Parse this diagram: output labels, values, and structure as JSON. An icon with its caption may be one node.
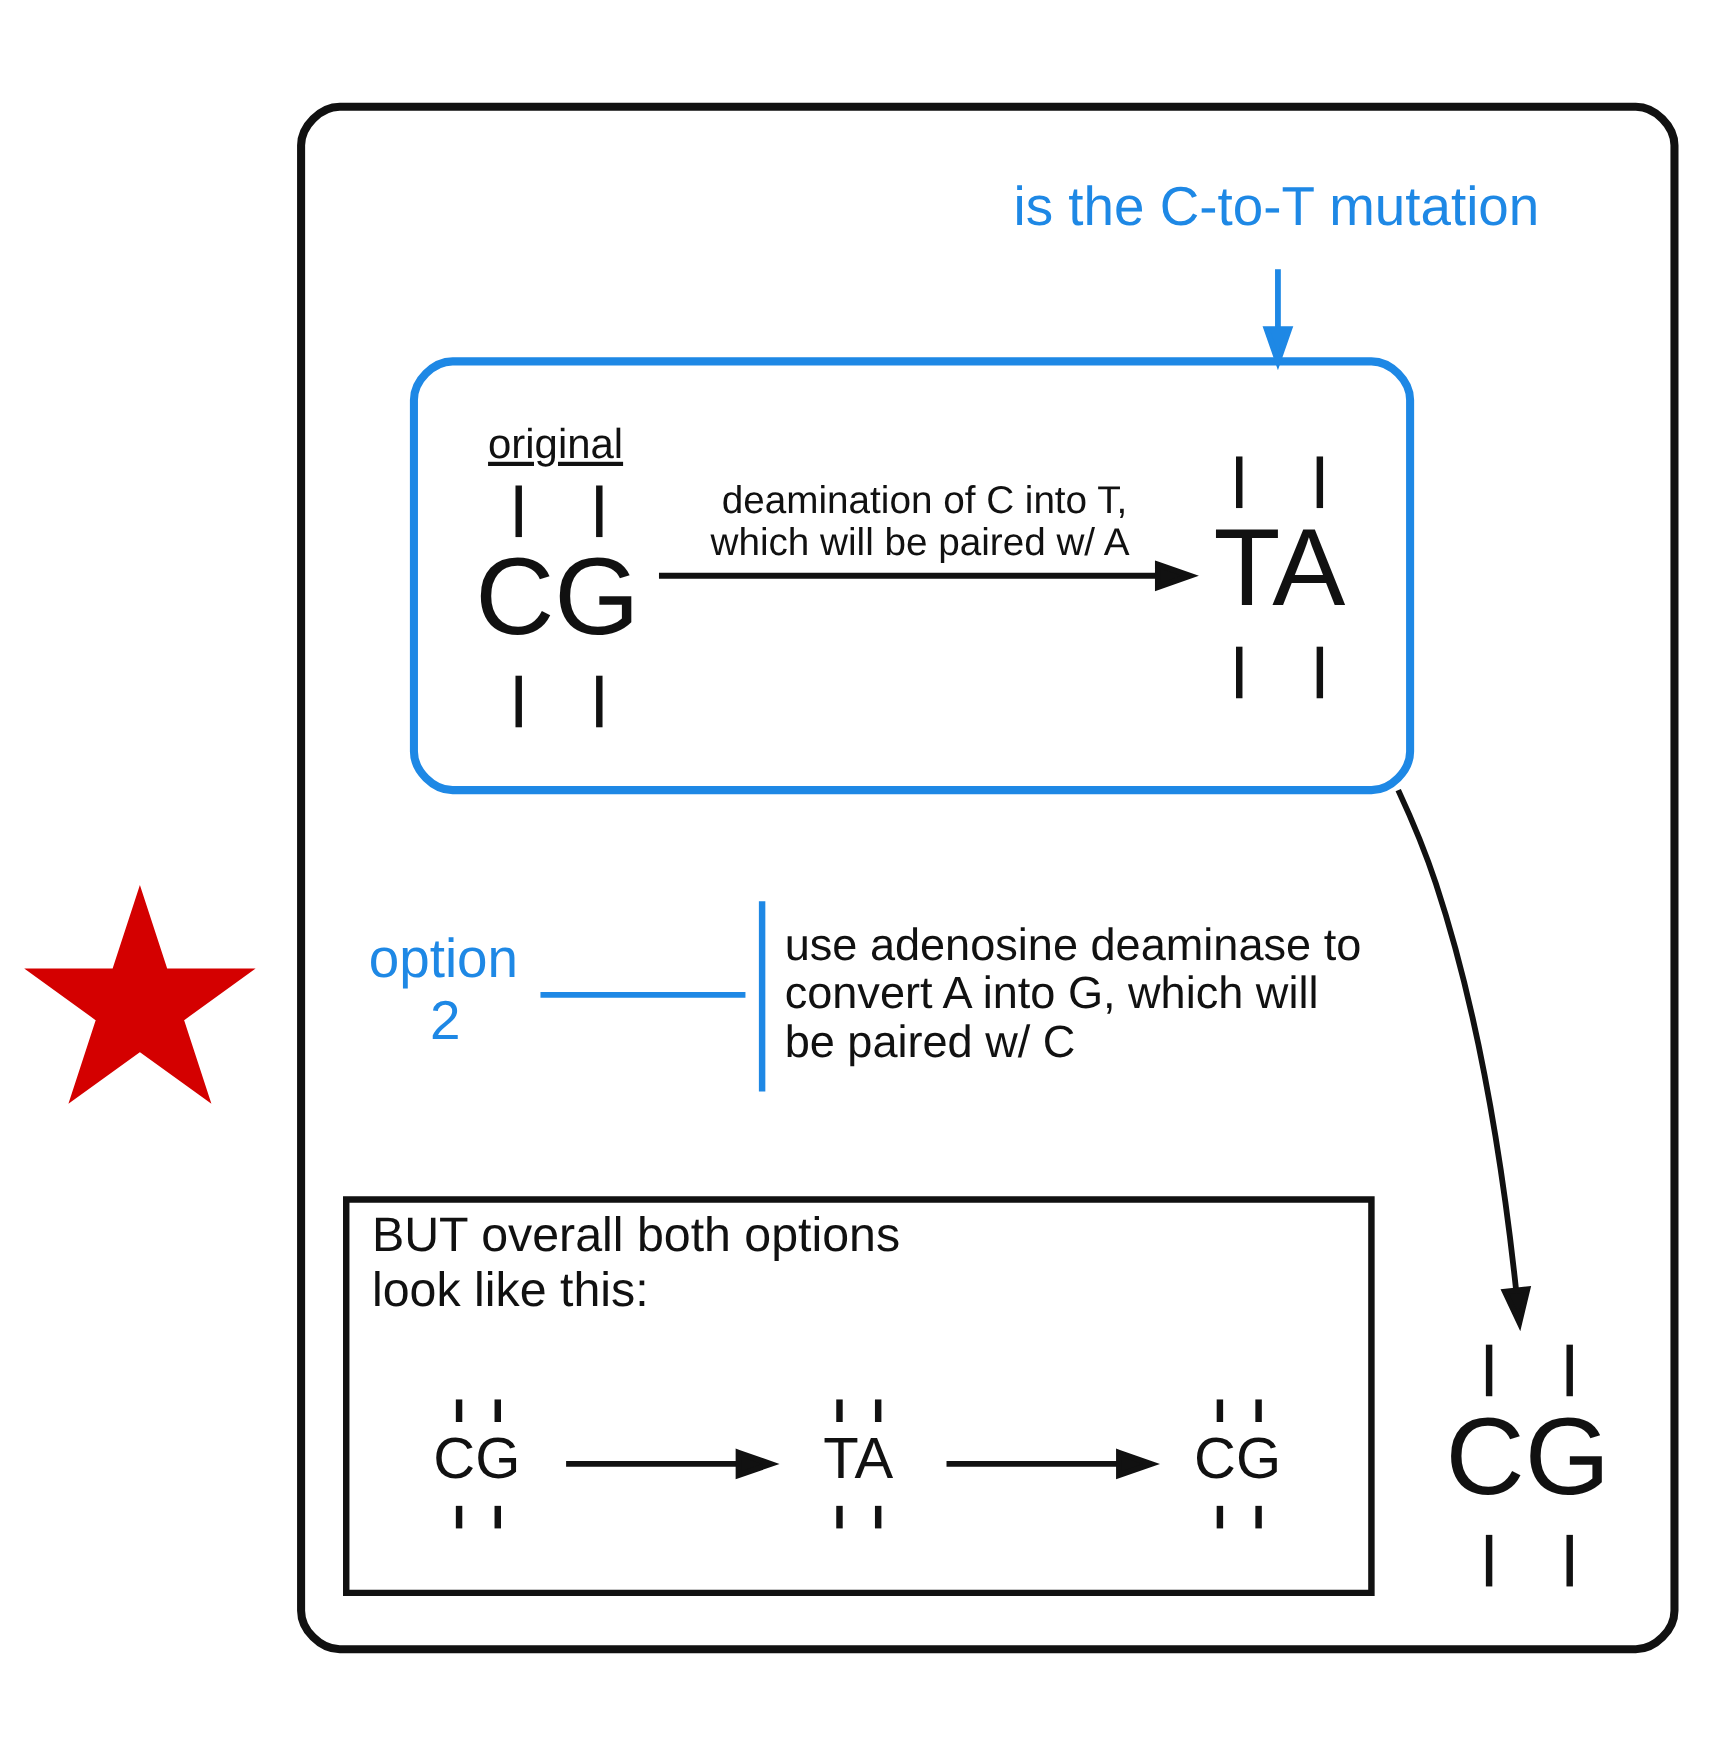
{
  "diagram": {
    "nodes": [
      {
        "text": [],
        "shape": "box"
      },
      {
        "text": [
          "is the C-to-T mutation"
        ],
        "in": 0
      },
      {
        "text": [],
        "shape": "box",
        "in": 0
      },
      {
        "text": [
          "original",
          "CG"
        ],
        "in": 2
      },
      {
        "text": [
          "TA"
        ],
        "in": 2
      },
      {
        "text": [
          "option 2"
        ],
        "in": 0
      },
      {
        "text": [
          "use adenosine deaminase to convert A into G, which will be paired w/ C"
        ],
        "in": 0
      },
      {
        "text": [
          "BUT overall both options look like this:"
        ],
        "in": 0
      },
      {
        "text": [
          "CG"
        ],
        "in": 7
      },
      {
        "text": [
          "TA"
        ],
        "in": 7
      },
      {
        "text": [
          "CG"
        ],
        "in": 7
      },
      {
        "text": [
          "CG"
        ],
        "in": 0
      },
      {
        "text": [],
        "shape": "star"
      }
    ],
    "edges": [
      {
        "from": 3,
        "to": 4,
        "arrow": "to",
        "label": "deamination of C into T, which will be paired w/ A"
      },
      {
        "from": 1,
        "to": 2,
        "arrow": "to",
        "color": "#1e88e5"
      },
      {
        "from": 2,
        "to": 11,
        "arrow": "to"
      },
      {
        "from": 5,
        "to": 6,
        "arrow": "none",
        "color": "#1e88e5"
      },
      {
        "from": 8,
        "to": 9,
        "arrow": "to"
      },
      {
        "from": 9,
        "to": 10,
        "arrow": "to"
      }
    ]
  }
}
